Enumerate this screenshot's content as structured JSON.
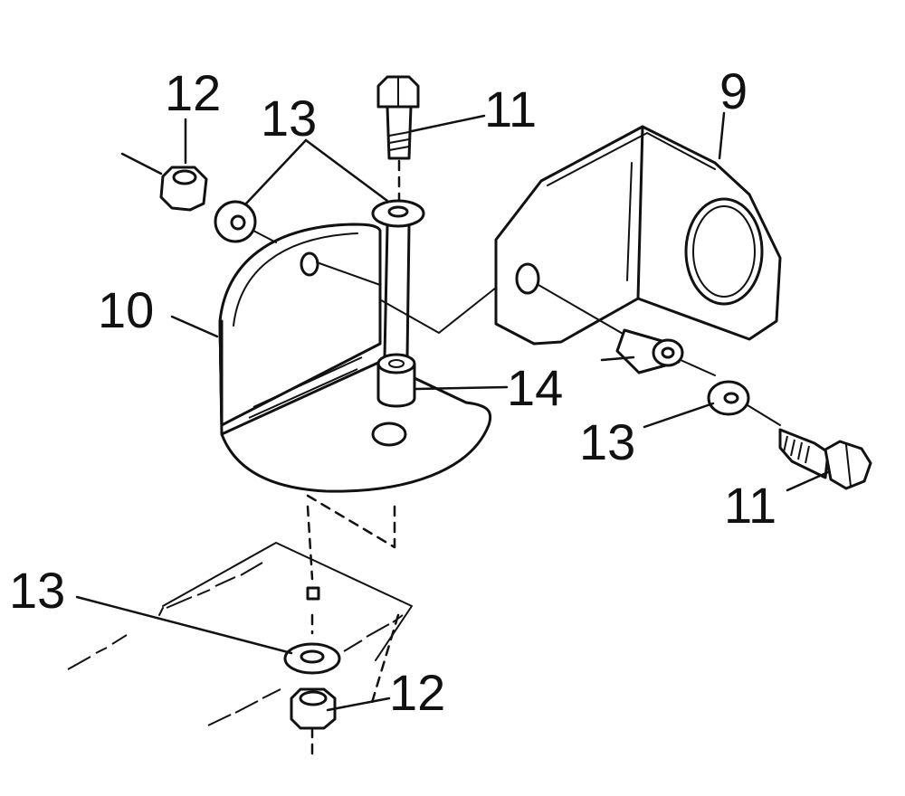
{
  "callouts": {
    "nut_top_left": "12",
    "washer_top": "13",
    "bolt_top": "11",
    "bracket_right": "9",
    "bracket_left": "10",
    "spacer": "14",
    "washer_right": "13",
    "bolt_right": "11",
    "washer_bottom": "13",
    "nut_bottom": "12"
  },
  "colors": {
    "ink": "#111111",
    "background": "#ffffff"
  }
}
